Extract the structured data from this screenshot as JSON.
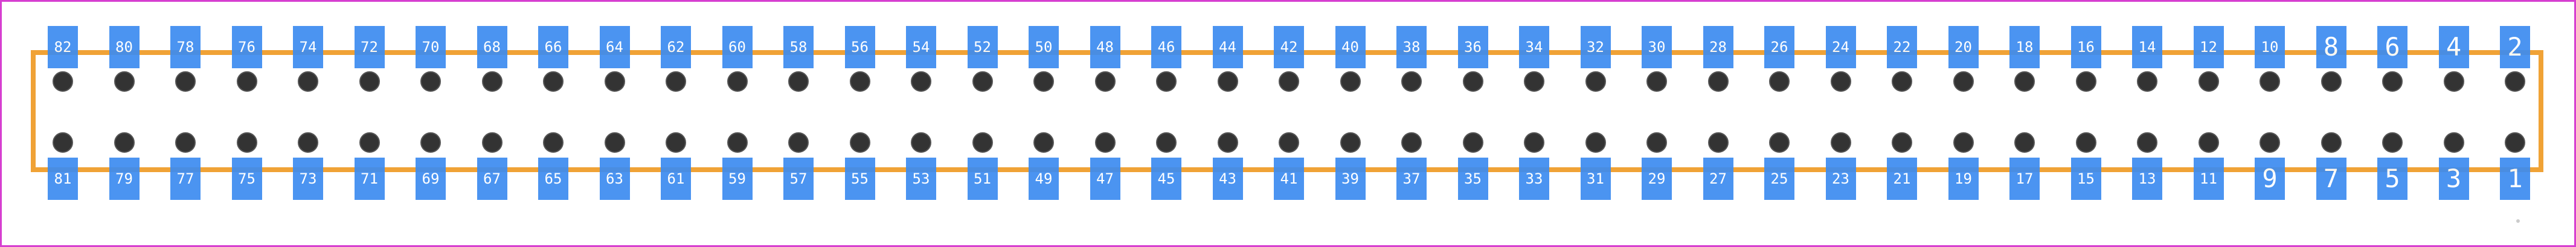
{
  "footprint": {
    "colors": {
      "frame": "#d63fd0",
      "outline": "#f0a236",
      "pad": "#3c8cf0",
      "hole": "#333333"
    },
    "top_row_pins": [
      "82",
      "80",
      "78",
      "76",
      "74",
      "72",
      "70",
      "68",
      "66",
      "64",
      "62",
      "60",
      "58",
      "56",
      "54",
      "52",
      "50",
      "48",
      "46",
      "44",
      "42",
      "40",
      "38",
      "36",
      "34",
      "32",
      "30",
      "28",
      "26",
      "24",
      "22",
      "20",
      "18",
      "16",
      "14",
      "12",
      "10",
      "8",
      "6",
      "4",
      "2"
    ],
    "bottom_row_pins": [
      "81",
      "79",
      "77",
      "75",
      "73",
      "71",
      "69",
      "67",
      "65",
      "63",
      "61",
      "59",
      "57",
      "55",
      "53",
      "51",
      "49",
      "47",
      "45",
      "43",
      "41",
      "39",
      "37",
      "35",
      "33",
      "31",
      "29",
      "27",
      "25",
      "23",
      "21",
      "19",
      "17",
      "15",
      "13",
      "11",
      "9",
      "7",
      "5",
      "3",
      "1"
    ]
  }
}
